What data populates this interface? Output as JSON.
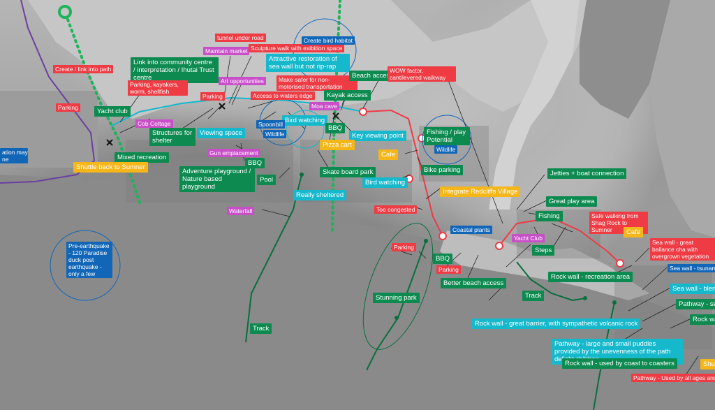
{
  "colors": {
    "green": "#0c8a4f",
    "red": "#ee3b44",
    "cyan": "#16b8cc",
    "blue": "#1166b8",
    "magenta": "#c94fc9",
    "yellow": "#f5b61a",
    "route_green_dotted": "#1fb35a",
    "route_red": "#ee3b44",
    "route_purple": "#6b3fa0",
    "route_dark_green": "#0a6e3e"
  },
  "labels": {
    "create_link_path": "Create / link into path",
    "parking_west": "Parking",
    "yacht_club_west": "Yacht club",
    "link_community": "Link into community centre / interpretation / Ihutai Trust centre",
    "parking_kayakers": "Parking, kayakers, worm, shellfish",
    "cob_cottage": "Cob Cottage",
    "mixed_recreation": "Mixed recreation",
    "shuttle_back": "Shuttle back to Sumner",
    "info_left": "ation may\nne",
    "tunnel_under_road": "tunnel under road",
    "maintain_market": "Maintain market",
    "sculpture_walk": "Sculpture walk with exibition space",
    "create_bird_habitat": "Create bird habitat",
    "attractive_restoration": "Attractive restoration of sea wall but not rip-rap",
    "art_opportunities": "Art opportunities",
    "make_safer": "Make safer for non-motorised transportation",
    "access_waters_edge": "Access to waters edge",
    "parking_mid": "Parking",
    "beach_access": "Beach access",
    "wow_factor": "WOW factor, cantilevered walkway",
    "kayak_access": "Kayak access",
    "moa_cave": "Moa cave",
    "bird_watching_1": "Bird watching",
    "spoonbill": "Spoonbill",
    "wildlife_1": "Wildlife",
    "bbq_1": "BBQ",
    "key_viewing_point": "Key viewing point",
    "structures_shelter": "Structures for shelter",
    "viewing_space": "Viewing space",
    "gun_emplacement": "Gun emplacement",
    "pizza_cart": "Pizza cart",
    "cafe_1": "Cafe",
    "fishing_play": "Fishing / play Potential",
    "wildlife_2": "Wildlife",
    "adventure_playground": "Adventure playground / Nature based playground",
    "bbq_2": "BBQ",
    "pool": "Pool",
    "skate_board_park": "Skate board park",
    "really_sheltered": "Really sheltered",
    "bike_parking": "Bike parking",
    "bird_watching_2": "Bird watching",
    "jetties": "Jetties + boat connection",
    "integrate_redcliffs": "Integrate Redcliffs Village",
    "too_congested": "Too congested",
    "waterfall": "Waterfall",
    "great_play_area": "Great play area",
    "fishing": "Fishing",
    "safe_walking": "Safe walking from Shag Rock to Sumner",
    "coastal_plants": "Coastal plants",
    "yacht_club_east": "Yacht Club",
    "cafe_2": "Cafe",
    "pre_earthquake": "Pre-earthquake - 120 Paradise duck post earthquake - only a few",
    "parking_south": "Parking",
    "bbq_3": "BBQ",
    "parking_south2": "Parking",
    "steps": "Steps",
    "sea_wall_great": "Sea wall - great ballance cha with overgrown vegetation",
    "rock_wall_recreation": "Rock wall - recreation area",
    "sea_wall_tsunami": "Sea wall - tsunami +",
    "better_beach_access": "Better beach access",
    "sea_wall_blends": "Sea wall - blends",
    "track_east": "Track",
    "stunning_park": "Stunning park",
    "pathway_seat": "Pathway - seat",
    "rock_wall_barrier": "Rock wall - great barrier,  with sympathetic  volcanic rock",
    "rock_way": "Rock wa",
    "track_west": "Track",
    "pathway_puddles": "Pathway - large and small puddles provided by the unevenness of the path delight children",
    "rock_wall_coasters": "Rock wall - used by coast to coasters",
    "shu": "Shu",
    "pathway_all_ages": "Pathway - Used by all ages and mean"
  }
}
